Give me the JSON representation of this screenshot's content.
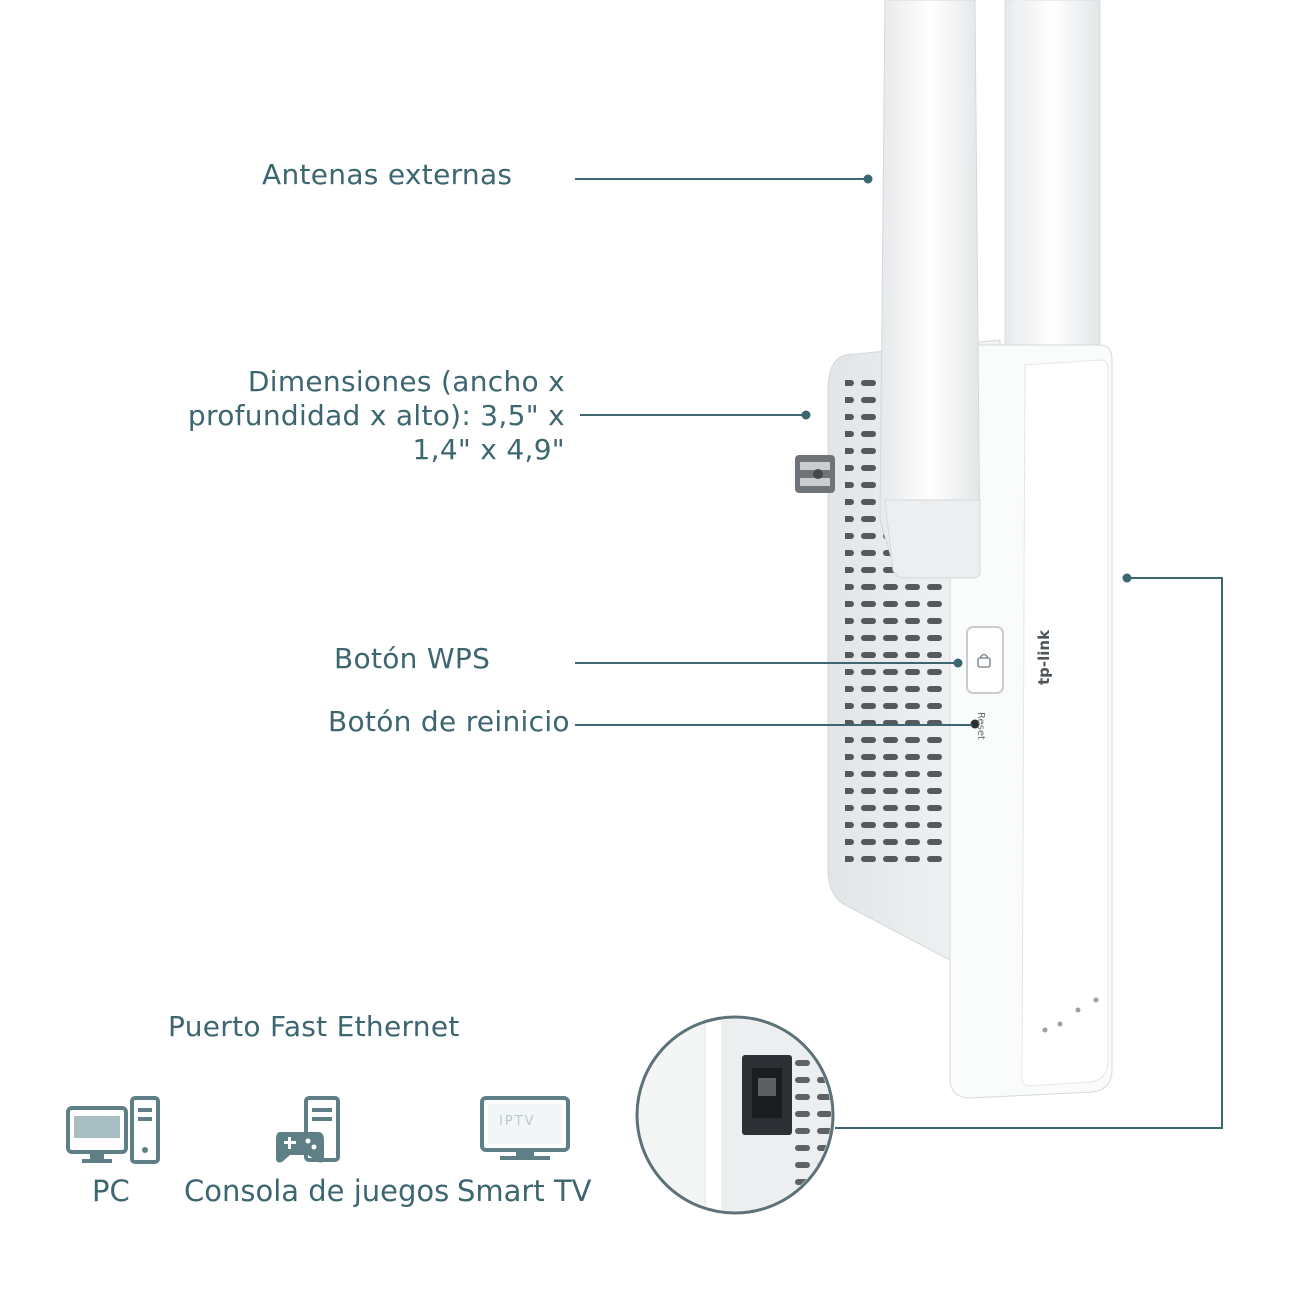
{
  "callouts": {
    "antennas": "Antenas externas",
    "dimensions": "Dimensiones (ancho x\nprofundidad x alto): 3,5\" x\n1,4\" x 4,9\"",
    "wps": "Botón WPS",
    "reset": "Botón de reinicio",
    "ethernet": "Puerto Fast Ethernet"
  },
  "devices": [
    {
      "label": "PC",
      "icon": "pc-tower-icon"
    },
    {
      "label": "Consola de juegos",
      "icon": "game-console-icon"
    },
    {
      "label": "Smart TV",
      "icon": "smart-tv-icon"
    }
  ],
  "product": {
    "brand": "tp-link",
    "reset_text": "Reset",
    "tv_screen_text": "IPTV"
  },
  "colors": {
    "accent": "#3c6670",
    "device_body": "#f4f5f5",
    "icon": "#5f7f86"
  }
}
